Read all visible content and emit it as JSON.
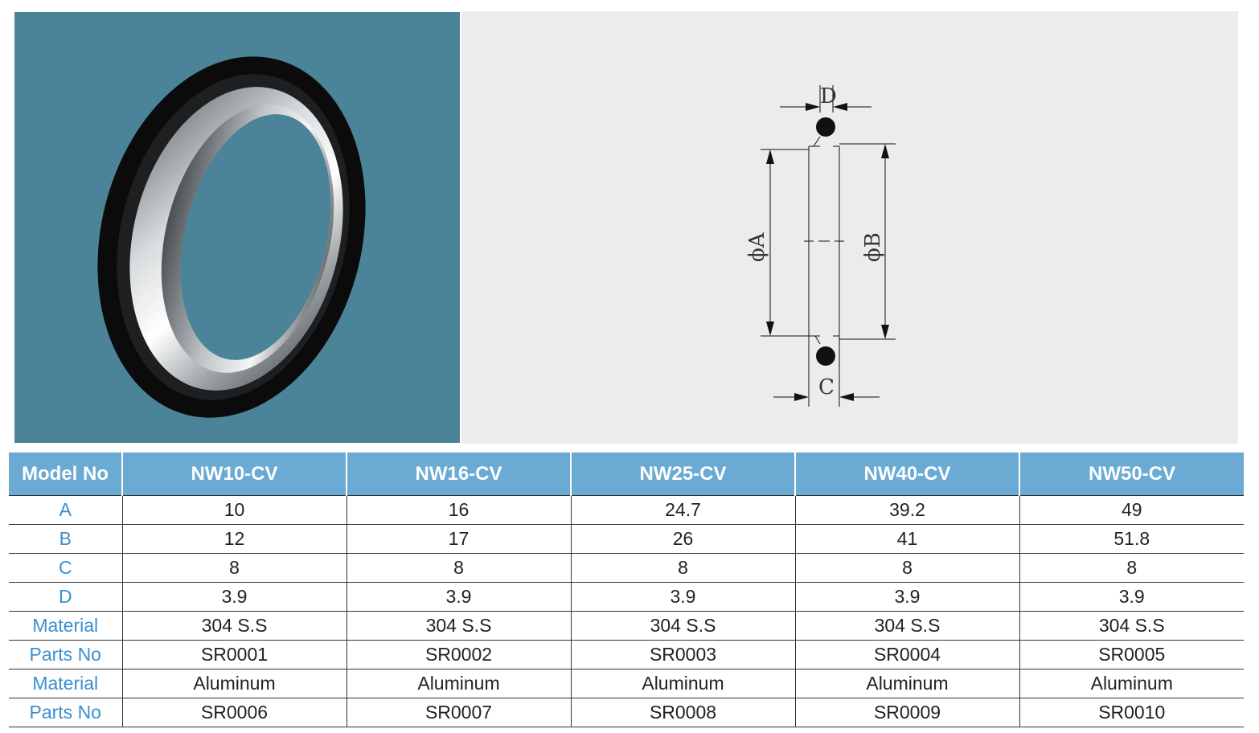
{
  "diagram": {
    "label_d": "D",
    "label_a": "ϕA",
    "label_b": "ϕB",
    "label_c": "C"
  },
  "table": {
    "header_label": "Model No",
    "models": [
      "NW10-CV",
      "NW16-CV",
      "NW25-CV",
      "NW40-CV",
      "NW50-CV"
    ],
    "rows": [
      {
        "label": "A",
        "values": [
          "10",
          "16",
          "24.7",
          "39.2",
          "49"
        ]
      },
      {
        "label": "B",
        "values": [
          "12",
          "17",
          "26",
          "41",
          "51.8"
        ]
      },
      {
        "label": "C",
        "values": [
          "8",
          "8",
          "8",
          "8",
          "8"
        ]
      },
      {
        "label": "D",
        "values": [
          "3.9",
          "3.9",
          "3.9",
          "3.9",
          "3.9"
        ]
      },
      {
        "label": "Material",
        "values": [
          "304 S.S",
          "304 S.S",
          "304 S.S",
          "304 S.S",
          "304 S.S"
        ]
      },
      {
        "label": "Parts No",
        "values": [
          "SR0001",
          "SR0002",
          "SR0003",
          "SR0004",
          "SR0005"
        ]
      },
      {
        "label": "Material",
        "values": [
          "Aluminum",
          "Aluminum",
          "Aluminum",
          "Aluminum",
          "Aluminum"
        ]
      },
      {
        "label": "Parts No",
        "values": [
          "SR0006",
          "SR0007",
          "SR0008",
          "SR0009",
          "SR0010"
        ]
      }
    ]
  },
  "colors": {
    "photo_background": "#4b8499",
    "header_background": "#6aaad3",
    "row_label_text": "#3a8fd0"
  }
}
